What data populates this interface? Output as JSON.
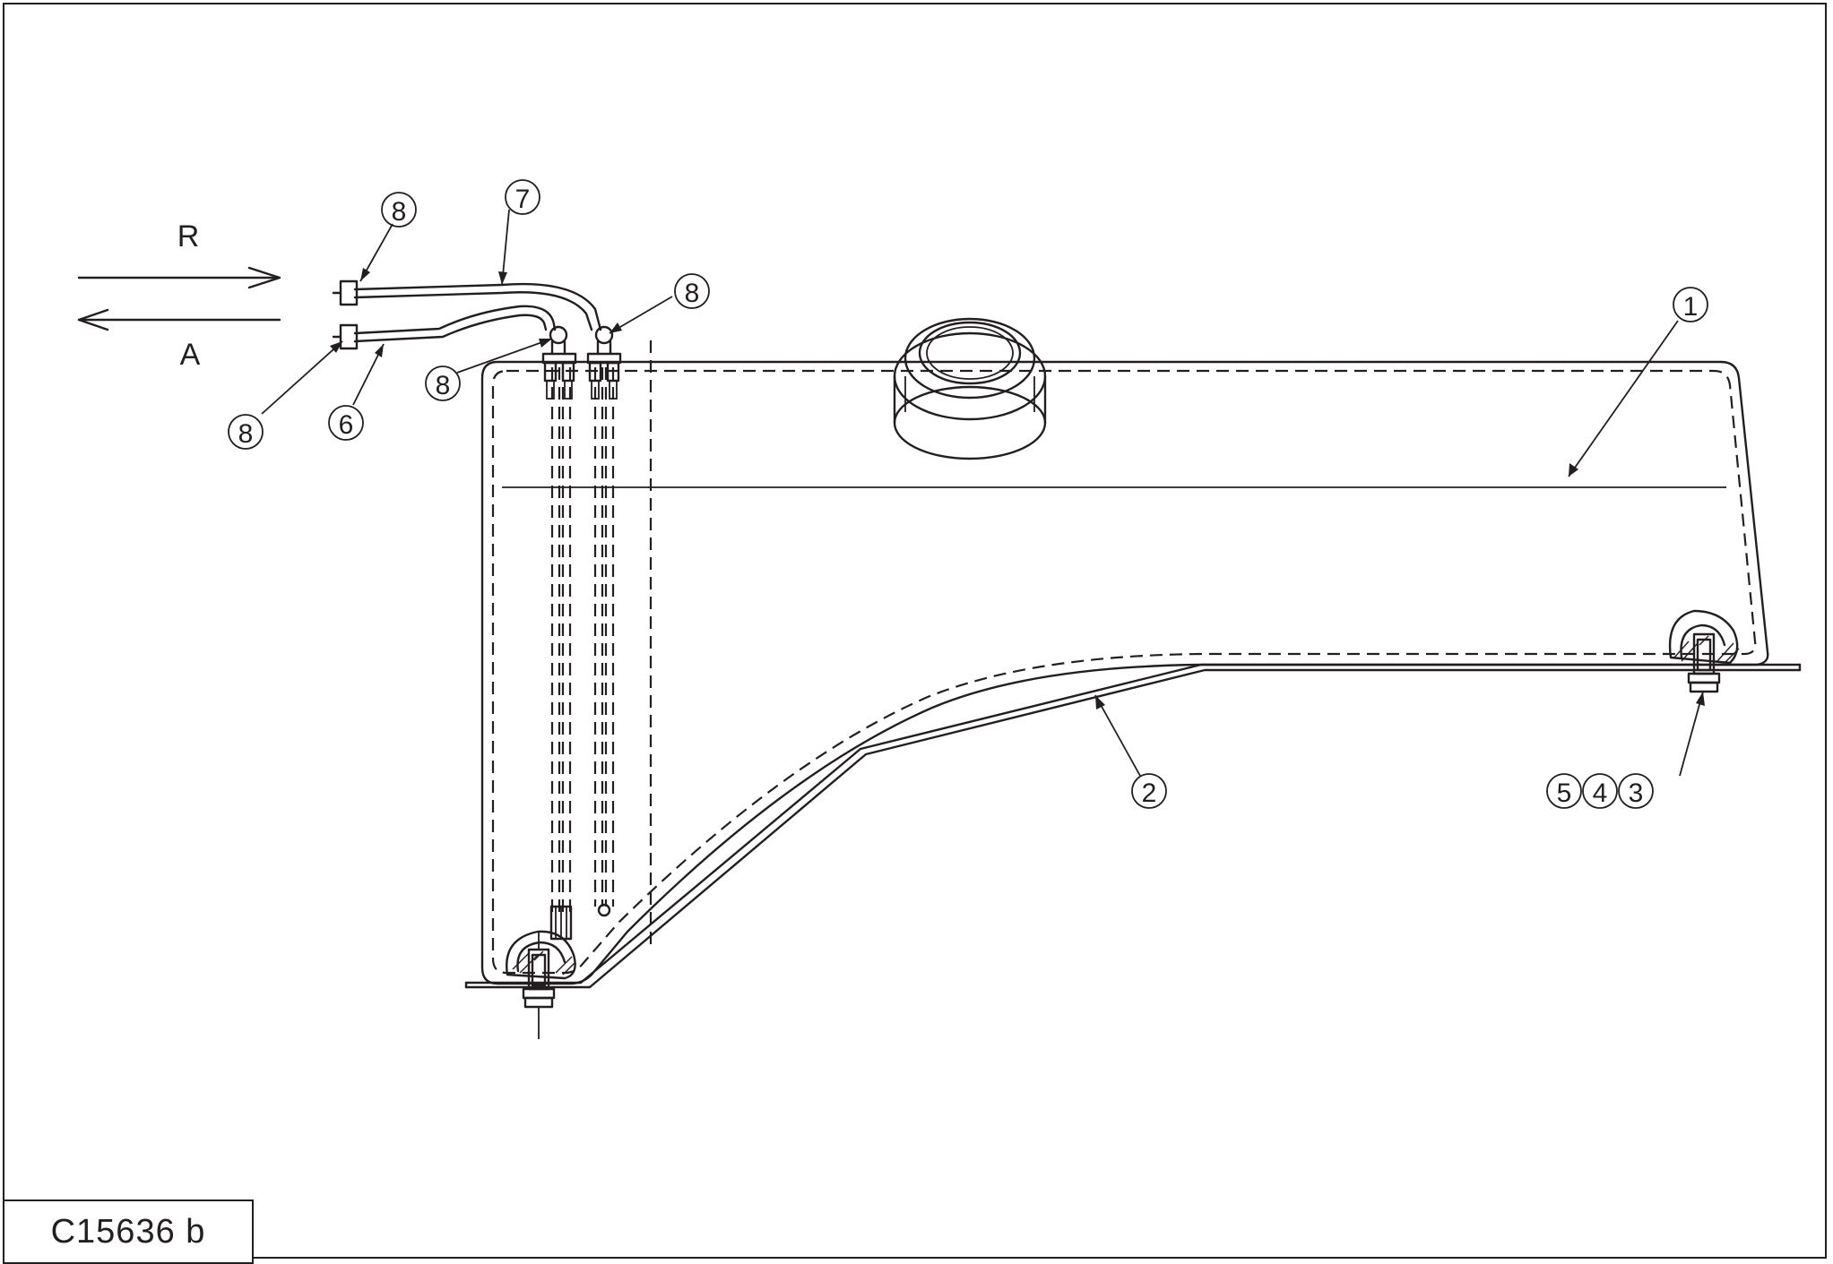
{
  "drawing": {
    "reference": "C15636 b",
    "direction_labels": {
      "return": "R",
      "supply": "A"
    },
    "callouts": [
      {
        "id": "callout-1",
        "label": "1"
      },
      {
        "id": "callout-2",
        "label": "2"
      },
      {
        "id": "callout-3",
        "label": "3"
      },
      {
        "id": "callout-4",
        "label": "4"
      },
      {
        "id": "callout-5",
        "label": "5"
      },
      {
        "id": "callout-6",
        "label": "6"
      },
      {
        "id": "callout-7",
        "label": "7"
      },
      {
        "id": "callout-8-top",
        "label": "8"
      },
      {
        "id": "callout-8-fitting-right",
        "label": "8"
      },
      {
        "id": "callout-8-fitting-left",
        "label": "8"
      },
      {
        "id": "callout-8-bottom",
        "label": "8"
      }
    ]
  }
}
